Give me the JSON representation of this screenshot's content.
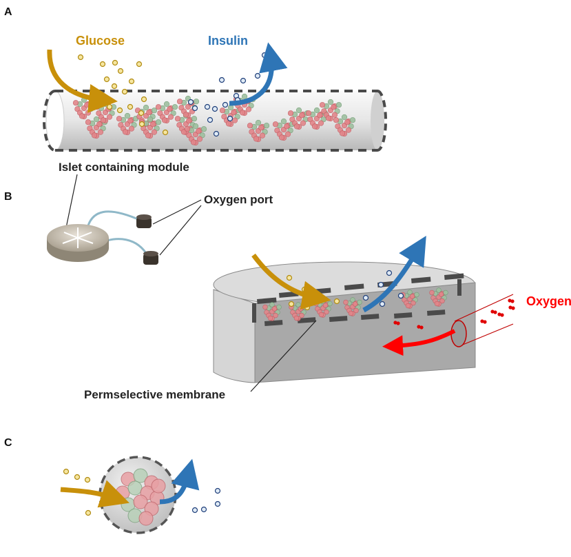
{
  "panels": {
    "a": {
      "letter": "A",
      "glucose_label": "Glucose",
      "insulin_label": "Insulin"
    },
    "b": {
      "letter": "B",
      "module_label": "Islet containing module",
      "port_label": "Oxygen port",
      "oxygen_label": "Oxygen",
      "membrane_label": "Permselective membrane"
    },
    "c": {
      "letter": "C"
    }
  },
  "colors": {
    "glucose": "#c8900a",
    "insulin": "#2e75b6",
    "oxygen": "#ff0000",
    "membrane": "#4a4a4a",
    "text": "#222222"
  }
}
